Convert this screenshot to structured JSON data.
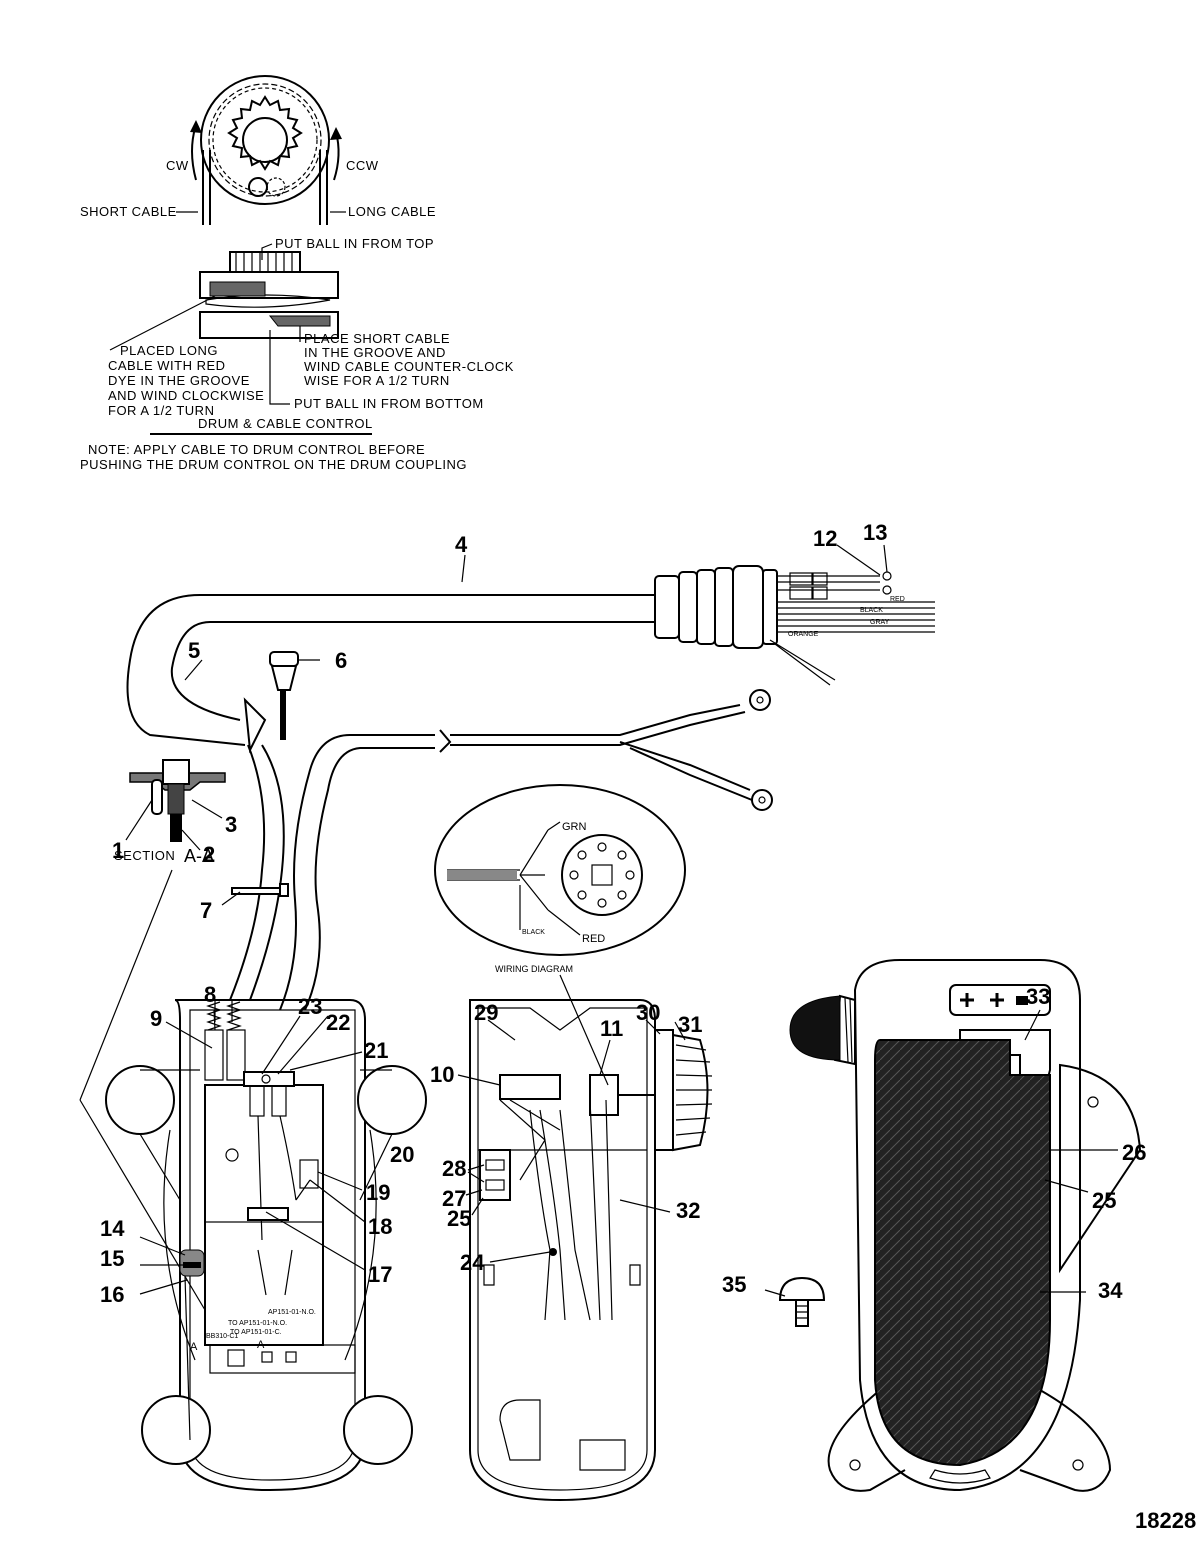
{
  "drum_inset": {
    "cw": "CW",
    "ccw": "CCW",
    "short_cable": "SHORT CABLE",
    "long_cable": "LONG CABLE",
    "top_ball": "PUT BALL IN FROM TOP",
    "long_note": [
      "PLACED LONG",
      "CABLE WITH RED",
      "DYE IN THE GROOVE",
      "AND WIND CLOCKWISE",
      "FOR A 1/2 TURN"
    ],
    "short_note": [
      "PLACE SHORT CABLE",
      "IN  THE GROOVE AND",
      "WIND CABLE COUNTER-CLOCK",
      "WISE FOR A 1/2 TURN"
    ],
    "bottom_ball": "PUT BALL IN FROM BOTTOM",
    "title": "DRUM & CABLE CONTROL",
    "note": [
      "NOTE: APPLY CABLE TO DRUM CONTROL BEFORE",
      "PUSHING THE DRUM CONTROL ON THE DRUM COUPLING"
    ]
  },
  "wire_colors": {
    "red": "RED",
    "black": "BLACK",
    "gray": "GRAY",
    "orange": "ORANGE"
  },
  "section": {
    "label": "SECTION",
    "letters": "A-A",
    "mark_a": "A"
  },
  "wiring_diagram": {
    "title": "WIRING DIAGRAM",
    "grn": "GRN",
    "black": "BLACK",
    "red": "RED"
  },
  "board_labels": {
    "part_no": "BB310-C1",
    "to_no": "TO AP151-01-N.O.",
    "to_c": "TO AP151-01-C.",
    "ap_no": "AP151-01-N.O."
  },
  "callouts": {
    "c1": "1",
    "c2": "2",
    "c3": "3",
    "c4": "4",
    "c5": "5",
    "c6": "6",
    "c7": "7",
    "c8": "8",
    "c9": "9",
    "c10": "10",
    "c11": "11",
    "c12": "12",
    "c13": "13",
    "c14": "14",
    "c15": "15",
    "c16": "16",
    "c17": "17",
    "c18": "18",
    "c19": "19",
    "c20": "20",
    "c21": "21",
    "c22": "22",
    "c23": "23",
    "c24": "24",
    "c25a": "25",
    "c25b": "25",
    "c26": "26",
    "c27": "27",
    "c28": "28",
    "c29": "29",
    "c30": "30",
    "c31": "31",
    "c32": "32",
    "c33": "33",
    "c34": "34",
    "c35": "35"
  },
  "figure_number": "18228",
  "colors": {
    "ink": "#000000",
    "paper": "#ffffff",
    "pad": "#2a2a2a"
  }
}
